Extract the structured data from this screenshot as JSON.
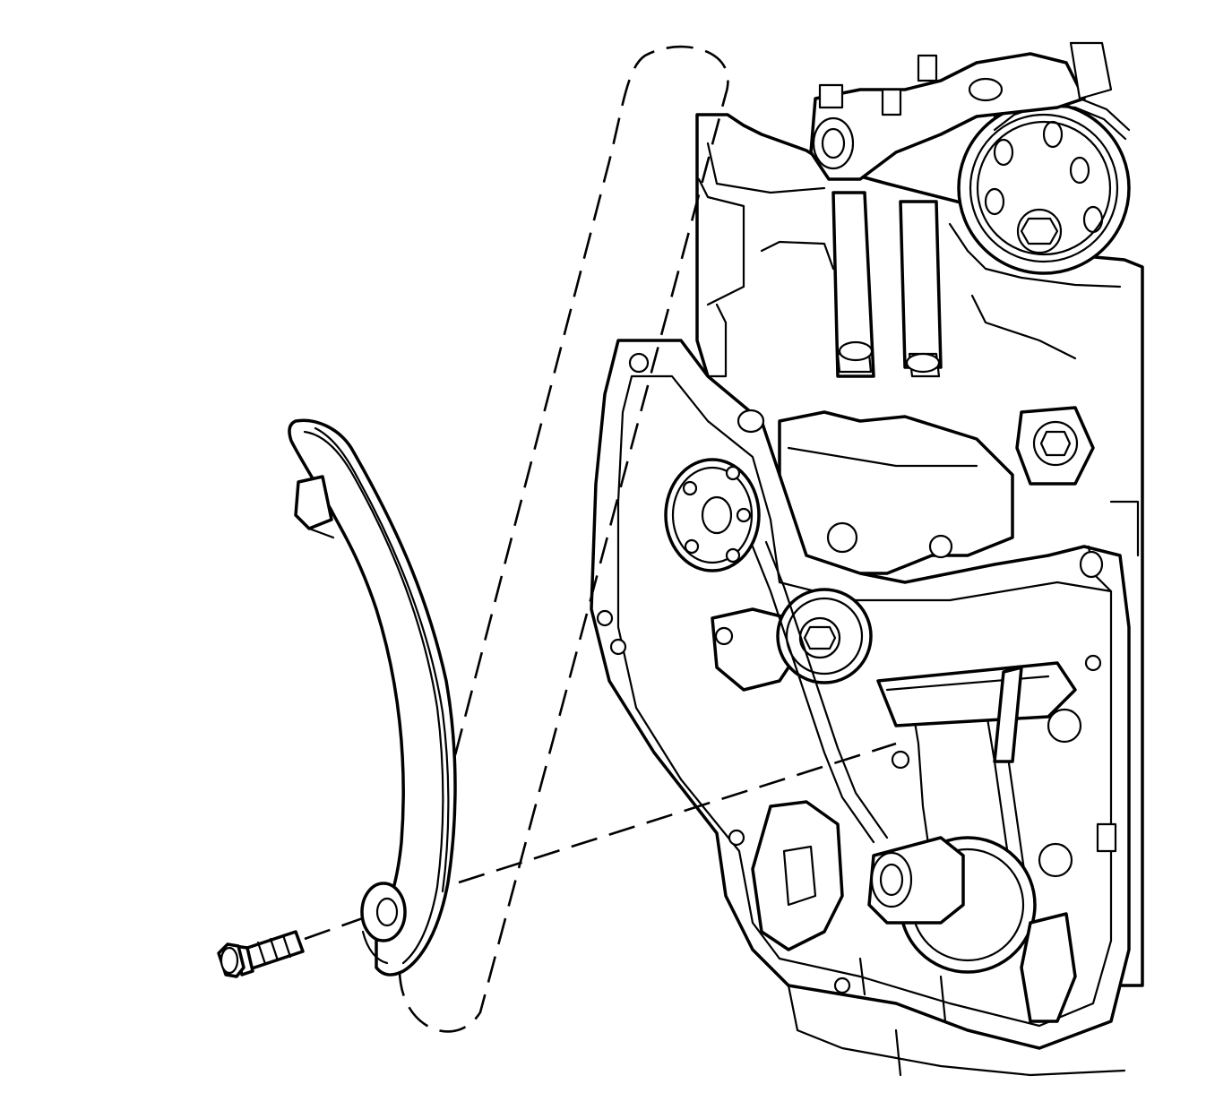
{
  "diagram": {
    "type": "exploded technical line illustration",
    "colors": {
      "line": "#000000",
      "background": "#ffffff"
    },
    "components": [
      {
        "name": "engine-front-timing-area",
        "icon": "engine-block-icon"
      },
      {
        "name": "timing-chain-guide",
        "icon": "chain-guide-icon"
      },
      {
        "name": "guide-bolt",
        "icon": "bolt-icon"
      },
      {
        "name": "camshaft-sprockets",
        "icon": "sprocket-icon"
      },
      {
        "name": "crankshaft-sprocket",
        "icon": "sprocket-icon"
      },
      {
        "name": "timing-chain",
        "icon": "chain-icon"
      }
    ],
    "callouts": [
      {
        "name": "guide-outline-leader",
        "style": "dashed"
      },
      {
        "name": "bolt-alignment-leader",
        "style": "dashed"
      },
      {
        "name": "bolt-insertion-leader",
        "style": "dashed"
      }
    ],
    "text_labels": []
  }
}
